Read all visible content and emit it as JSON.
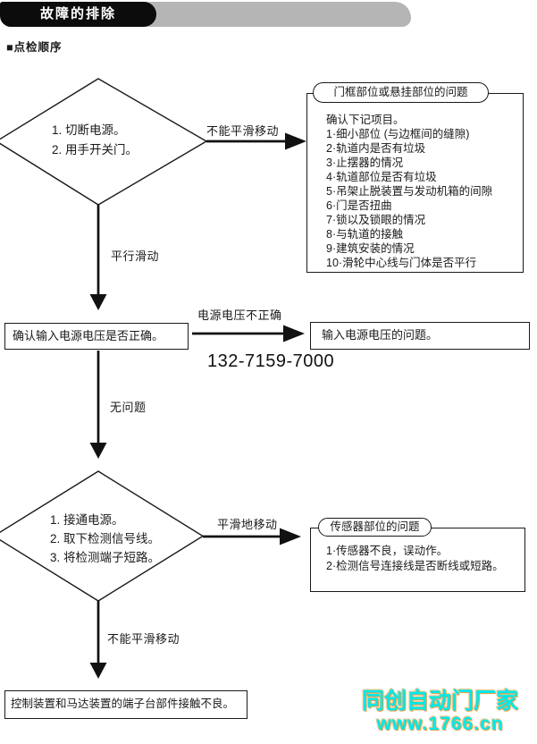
{
  "header": {
    "title": "故障的排除"
  },
  "section_label": "■点检顺序",
  "diamond1": {
    "line1": "1. 切断电源。",
    "line2": "2. 用手开关门。"
  },
  "diamond2": {
    "line1": "1. 接通电源。",
    "line2": "2. 取下检测信号线。",
    "line3": "3. 将检测端子短路。"
  },
  "edge_labels": {
    "cannot_slide_top": "不能平滑移动",
    "parallel_slide": "平行滑动",
    "voltage_incorrect": "电源电压不正确",
    "no_problem": "无问题",
    "smooth_move": "平滑地移动",
    "cannot_slide_bottom": "不能平滑移动"
  },
  "boxes": {
    "check_voltage": "确认输入电源电压是否正确。",
    "voltage_problem": "输入电源电压的问题。",
    "final": "控制装置和马达装置的端子台部件接触不良。"
  },
  "frame_box": {
    "title": "门框部位或悬挂部位的问题",
    "intro": "确认下记项目。",
    "items": [
      "1·细小部位 (与边框间的缝隙)",
      "2·轨道内是否有垃圾",
      "3·止摆器的情况",
      "4·轨道部位是否有垃圾",
      "5·吊架止脱装置与发动机箱的间隙",
      "6·门是否扭曲",
      "7·锁以及锁眼的情况",
      "8·与轨道的接触",
      "9·建筑安装的情况",
      "10·滑轮中心线与门体是否平行"
    ]
  },
  "sensor_box": {
    "title": "传感器部位的问题",
    "items": [
      "1·传感器不良，误动作。",
      "2·检测信号连接线是否断线或短路。"
    ]
  },
  "phone": "132-7159-7000",
  "watermark": {
    "line1": "同创自动门厂家",
    "line2": "www.1766.cn"
  },
  "colors": {
    "header_gray": "#b5b5b5",
    "line_black": "#1a1a1a",
    "watermark_cyan": "#00e9e9",
    "watermark_glow": "#e8a04a"
  }
}
